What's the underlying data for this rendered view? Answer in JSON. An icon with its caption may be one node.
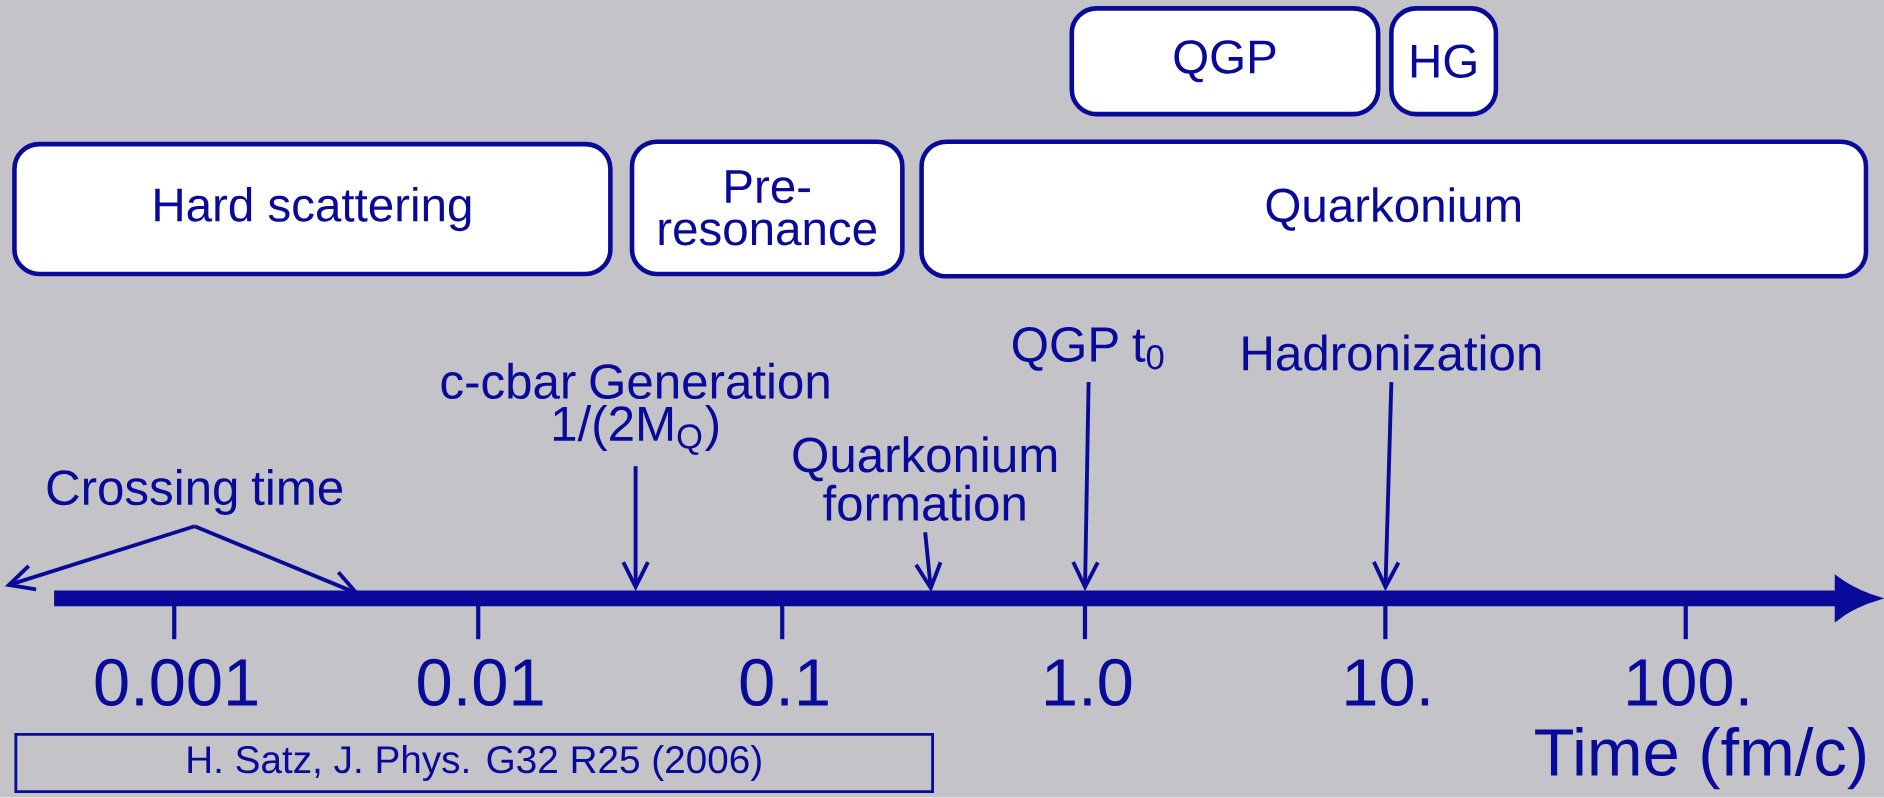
{
  "diagram": {
    "nodes": [
      {
        "text": [
          "QGP"
        ]
      },
      {
        "text": [
          "HG"
        ]
      },
      {
        "text": [
          "Hard scattering"
        ]
      },
      {
        "text": [
          "Pre- resonance"
        ]
      },
      {
        "text": [
          "Quarkonium"
        ]
      },
      {
        "text": [
          "Crossing time"
        ]
      },
      {
        "text": [
          "c-cbar Generation 1/(2M$_{Q}$)"
        ]
      },
      {
        "text": [
          "Quarkonium formation"
        ]
      },
      {
        "text": [
          "QGP t$_{0}$"
        ]
      },
      {
        "text": [
          "Hadronization"
        ]
      }
    ],
    "edges": [
      {
        "from": 5,
        "to": null,
        "arrow": "to"
      },
      {
        "from": 5,
        "to": null,
        "arrow": "to"
      },
      {
        "from": 6,
        "to": null,
        "arrow": "to"
      },
      {
        "from": 7,
        "to": null,
        "arrow": "to"
      },
      {
        "from": 8,
        "to": null,
        "arrow": "to"
      },
      {
        "from": 9,
        "to": null,
        "arrow": "to"
      }
    ],
    "labels": [
      "0.001",
      "0.01",
      "0.1",
      "1.0",
      "10.",
      "100.",
      "Time (fm/c)",
      "H. Satz, J. Phys. G32 R25 (2006)"
    ]
  }
}
